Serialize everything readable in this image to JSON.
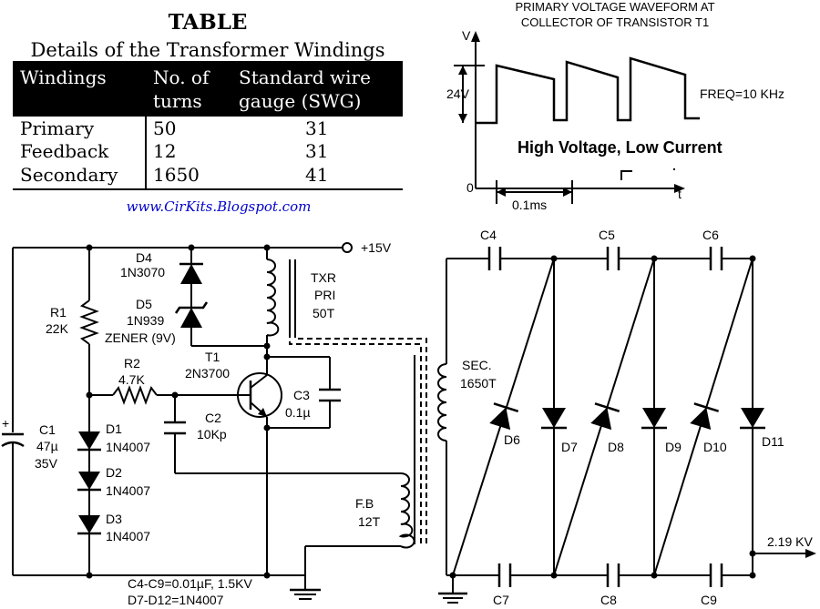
{
  "table": {
    "title": "TABLE",
    "subtitle": "Details of the Transformer Windings",
    "headers": [
      "Windings",
      "No. of turns",
      "Standard wire gauge (SWG)"
    ],
    "rows": [
      [
        "Primary",
        "50",
        "31"
      ],
      [
        "Feedback",
        "12",
        "31"
      ],
      [
        "Secondary",
        "1650",
        "41"
      ]
    ]
  },
  "website": "www.CirKits.Blogspot.com",
  "waveform": {
    "title_line1": "PRIMARY VOLTAGE  WAVEFORM AT",
    "title_line2": "COLLECTOR OF TRANSISTOR T1",
    "y_label": "V",
    "x_label": "t",
    "origin": "0",
    "amplitude": "24V",
    "period": "0.1ms",
    "freq": "FREQ=10 KHz"
  },
  "headline": "High Voltage, Low Current",
  "supply": "+15V",
  "components": {
    "D4": {
      "name": "D4",
      "part": "1N3070"
    },
    "D5": {
      "name": "D5",
      "part": "1N939",
      "note": "ZENER (9V)"
    },
    "R1": {
      "name": "R1",
      "value": "22K"
    },
    "R2": {
      "name": "R2",
      "value": "4.7K"
    },
    "T1": {
      "name": "T1",
      "part": "2N3700"
    },
    "C1": {
      "name": "C1",
      "value": "47µ",
      "rating": "35V"
    },
    "C2": {
      "name": "C2",
      "value": "10Kp"
    },
    "C3": {
      "name": "C3",
      "value": "0.1µ"
    },
    "D1": {
      "name": "D1",
      "part": "1N4007"
    },
    "D2": {
      "name": "D2",
      "part": "1N4007"
    },
    "D3": {
      "name": "D3",
      "part": "1N4007"
    },
    "TXR": {
      "line1": "TXR",
      "line2": "PRI",
      "line3": "50T"
    },
    "SEC": {
      "line1": "SEC.",
      "line2": "1650T"
    },
    "FB": {
      "line1": "F.B",
      "line2": "12T"
    }
  },
  "multiplier": {
    "caps_top": [
      "C4",
      "C5",
      "C6"
    ],
    "caps_bottom": [
      "C7",
      "C8",
      "C9"
    ],
    "diodes": [
      "D6",
      "D7",
      "D8",
      "D9",
      "D10",
      "D11"
    ],
    "output": "2.19 KV"
  },
  "notes": {
    "line1": "C4-C9=0.01µF, 1.5KV",
    "line2": "D7-D12=1N4007"
  }
}
